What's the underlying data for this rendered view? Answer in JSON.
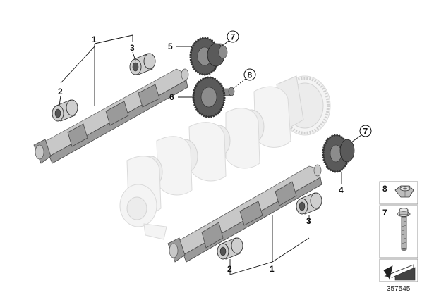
{
  "callouts": {
    "c1_top": "1",
    "c3_top": "3",
    "c2_top": "2",
    "c5": "5",
    "c7_top": "7",
    "c8": "8",
    "c6": "6",
    "c7_right": "7",
    "c4": "4",
    "c3_bottom": "3",
    "c2_bottom": "2",
    "c1_bottom": "1"
  },
  "legend": {
    "item8": "8",
    "item7": "7"
  },
  "document_number": "357545"
}
